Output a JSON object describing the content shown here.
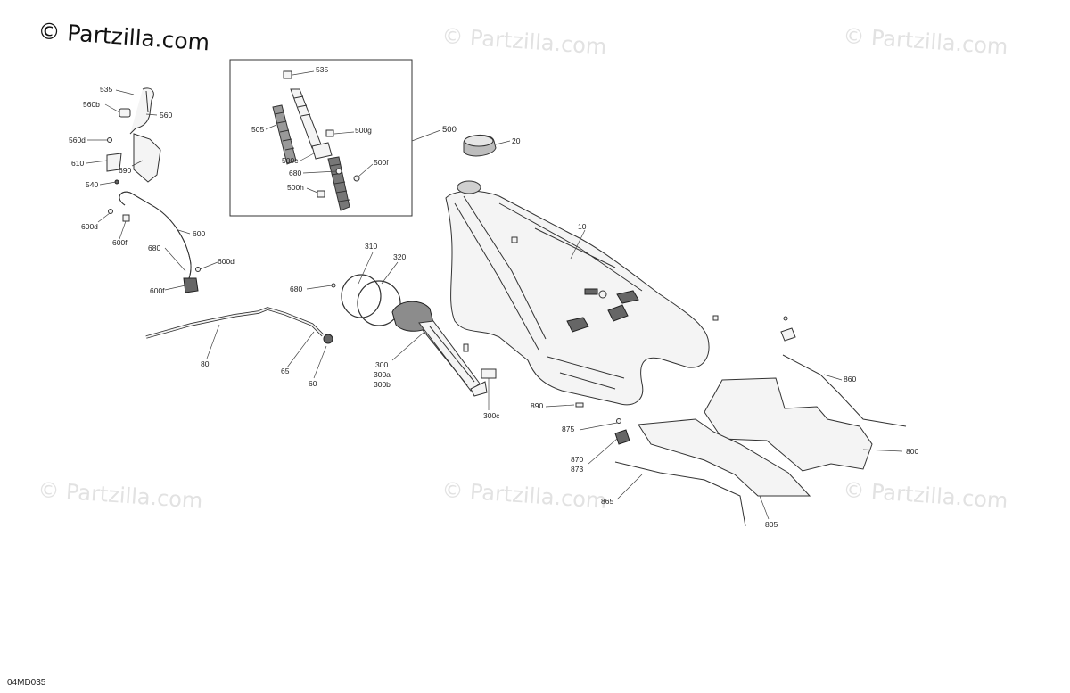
{
  "watermark": {
    "main": "© Partzilla.com",
    "faint": "© Partzilla.com"
  },
  "diagram_code": "04MD035",
  "callouts": {
    "c535a": "535",
    "c560b": "560b",
    "c560": "560",
    "c560d": "560d",
    "c610": "610",
    "c690": "690",
    "c540": "540",
    "c600d_a": "600d",
    "c600f_a": "600f",
    "c600": "600",
    "c680a": "680",
    "c600d_b": "600d",
    "c600f_b": "600f",
    "c535b": "535",
    "c505": "505",
    "c500g": "500g",
    "c500c": "500c",
    "c680b": "680",
    "c500f": "500f",
    "c500h": "500h",
    "c500": "500",
    "c20": "20",
    "c10": "10",
    "c310": "310",
    "c320": "320",
    "c680c": "680",
    "c80": "80",
    "c65": "65",
    "c60": "60",
    "c300": "300",
    "c300a": "300a",
    "c300b": "300b",
    "c300c": "300c",
    "c890": "890",
    "c875": "875",
    "c870": "870",
    "c873": "873",
    "c865": "865",
    "c805": "805",
    "c800": "800",
    "c860": "860"
  }
}
